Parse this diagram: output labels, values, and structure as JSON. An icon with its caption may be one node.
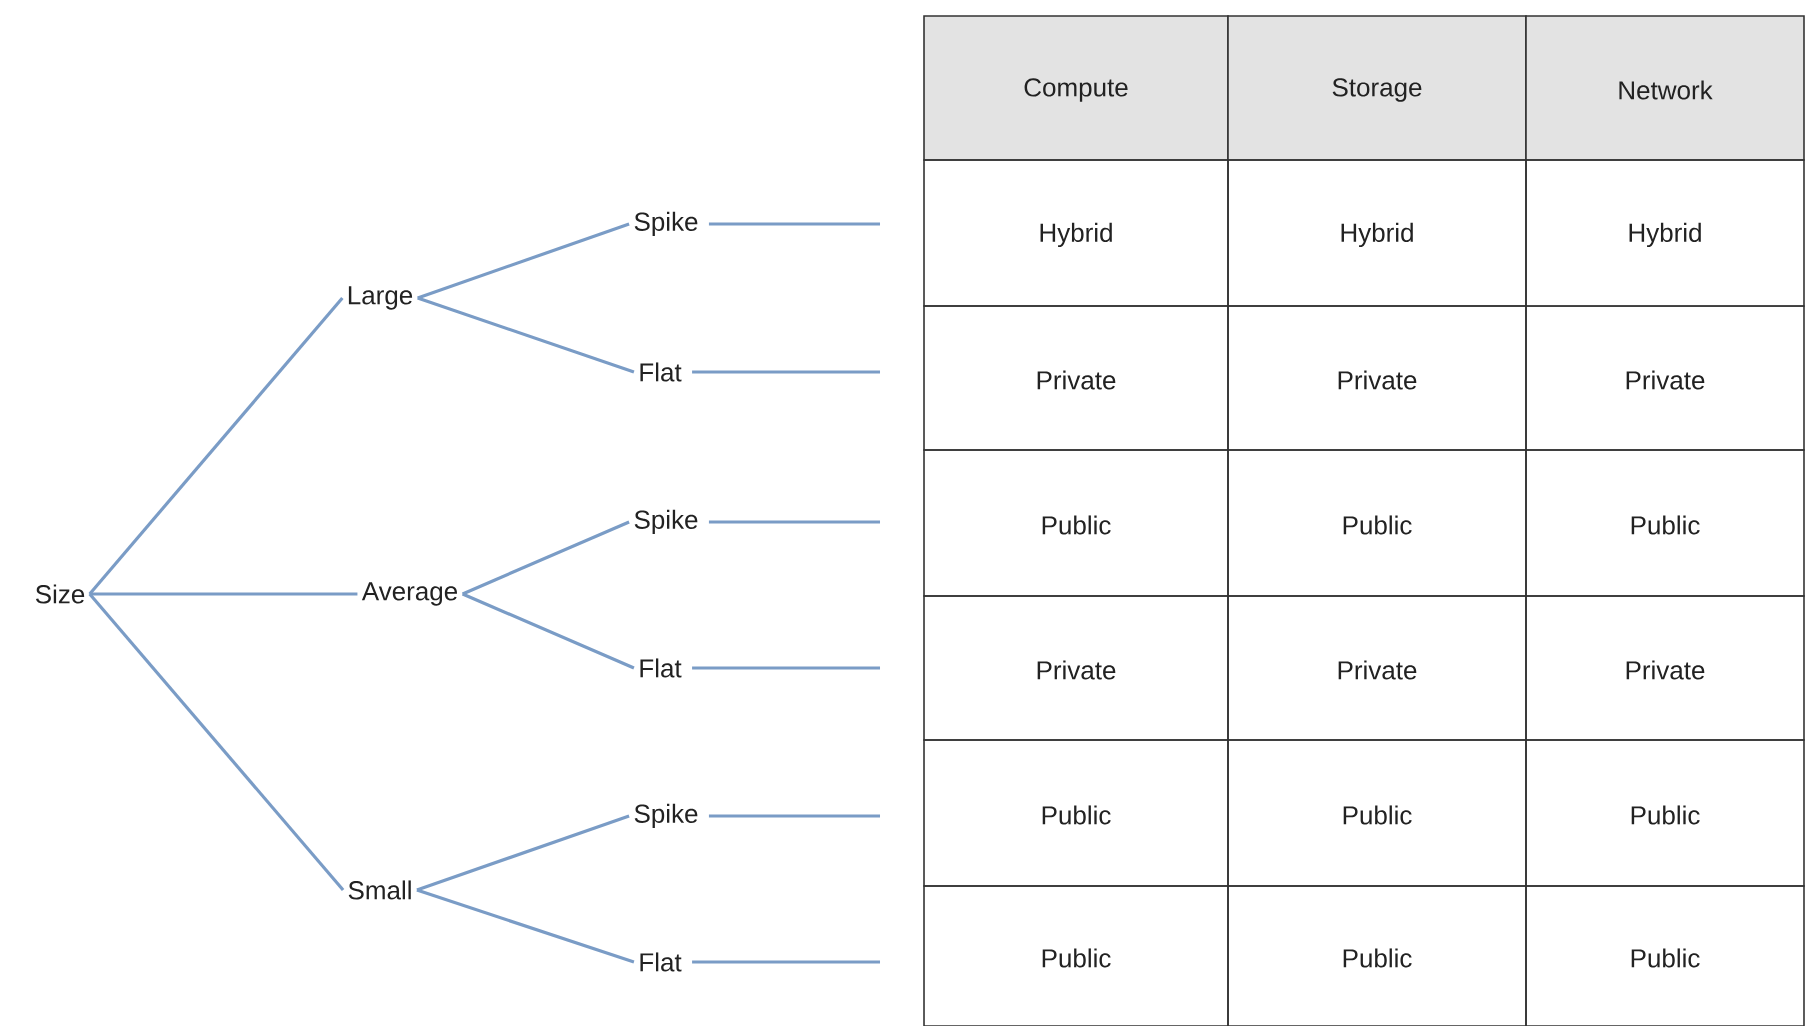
{
  "diagram": {
    "nodes": [
      {
        "text": [
          "Size"
        ]
      },
      {
        "text": [
          "Large"
        ]
      },
      {
        "text": [
          "Average"
        ]
      },
      {
        "text": [
          "Small"
        ]
      },
      {
        "text": [
          "Spike"
        ]
      },
      {
        "text": [
          "Flat"
        ]
      },
      {
        "text": [
          "Spike"
        ]
      },
      {
        "text": [
          "Flat"
        ]
      },
      {
        "text": [
          "Spike"
        ]
      },
      {
        "text": [
          "Flat"
        ]
      }
    ],
    "edges": [
      {
        "from": 0,
        "to": 1,
        "arrow": "none"
      },
      {
        "from": 0,
        "to": 2,
        "arrow": "none"
      },
      {
        "from": 0,
        "to": 3,
        "arrow": "none"
      },
      {
        "from": 1,
        "to": 4,
        "arrow": "none"
      },
      {
        "from": 1,
        "to": 5,
        "arrow": "none"
      },
      {
        "from": 2,
        "to": 6,
        "arrow": "none"
      },
      {
        "from": 2,
        "to": 7,
        "arrow": "none"
      },
      {
        "from": 3,
        "to": 8,
        "arrow": "none"
      },
      {
        "from": 3,
        "to": 9,
        "arrow": "none"
      },
      {
        "from": 4,
        "to": null,
        "arrow": "none"
      },
      {
        "from": 5,
        "to": null,
        "arrow": "none"
      },
      {
        "from": 6,
        "to": null,
        "arrow": "none"
      },
      {
        "from": 7,
        "to": null,
        "arrow": "none"
      },
      {
        "from": 8,
        "to": null,
        "arrow": "none"
      },
      {
        "from": 9,
        "to": null,
        "arrow": "none"
      }
    ],
    "labels": [
      "Compute",
      "Storage",
      "Network",
      "Hybrid",
      "Hybrid",
      "Hybrid",
      "Private",
      "Private",
      "Private",
      "Public",
      "Public",
      "Public",
      "Private",
      "Private",
      "Private",
      "Public",
      "Public",
      "Public",
      "Public",
      "Public",
      "Public"
    ]
  }
}
